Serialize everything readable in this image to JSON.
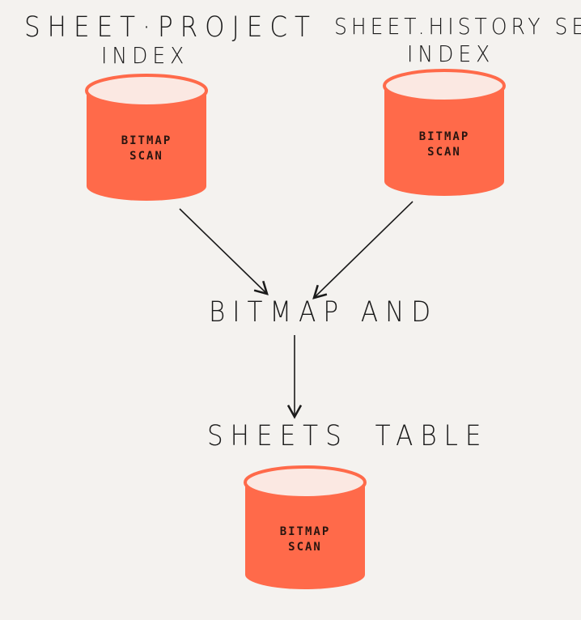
{
  "colors": {
    "background": "#f4f2ef",
    "cylinder_body": "#ff6a4a",
    "cylinder_top": "#fbe8e2",
    "ink": "#1a1a1a"
  },
  "labels": {
    "sheet_project_index_line1": "SHEET·PROJECT",
    "sheet_project_index_line2": "INDEX",
    "sheet_history_set_index_line1": "SHEET.HISTORY SET",
    "sheet_history_set_index_line2": "INDEX",
    "bitmap_and": "BITMAP AND",
    "sheets_table": "SHEETS TABLE"
  },
  "cylinders": [
    {
      "line1": "BITMAP",
      "line2": "SCAN"
    },
    {
      "line1": "BITMAP",
      "line2": "SCAN"
    },
    {
      "line1": "BITMAP",
      "line2": "SCAN"
    }
  ]
}
